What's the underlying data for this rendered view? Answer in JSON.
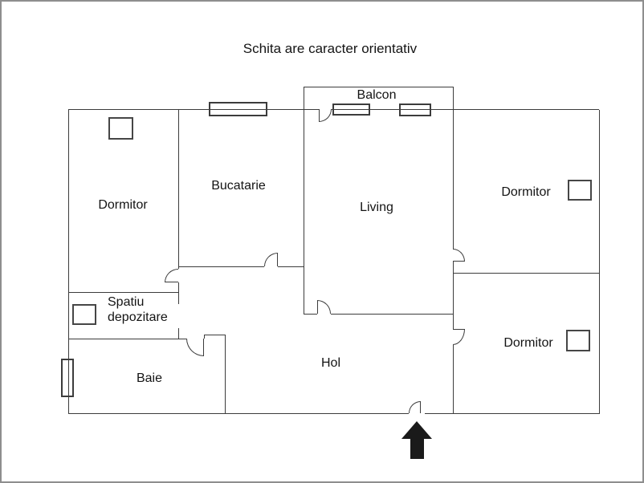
{
  "title": "Schita are caracter orientativ",
  "rooms": {
    "dormitor_left": "Dormitor",
    "bucatarie": "Bucatarie",
    "balcon": "Balcon",
    "living": "Living",
    "dormitor_top_right": "Dormitor",
    "dormitor_bottom_right": "Dormitor",
    "spatiu_depozitare": "Spatiu depozitare",
    "baie": "Baie",
    "hol": "Hol"
  },
  "icons": {
    "entrance_arrow": "filled-up-arrow"
  },
  "colors": {
    "background": "#ffffff",
    "wall": "#3c3c3c",
    "text": "#141414",
    "page_border": "#8e8e8e",
    "arrow_fill": "#1a1a1a"
  }
}
